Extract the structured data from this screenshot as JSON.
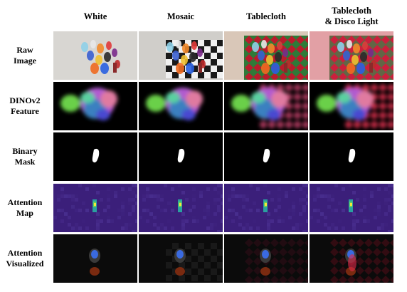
{
  "columns": [
    {
      "label": "White"
    },
    {
      "label": "Mosaic"
    },
    {
      "label": "Tablecloth"
    },
    {
      "label": "Tablecloth\n& Disco Light"
    }
  ],
  "rows": [
    {
      "label": "Raw\nImage",
      "kind": "raw"
    },
    {
      "label": "DINOv2\nFeature",
      "kind": "feature"
    },
    {
      "label": "Binary\nMask",
      "kind": "mask"
    },
    {
      "label": "Attention\nMap",
      "kind": "attention"
    },
    {
      "label": "Attention\nVisualized",
      "kind": "visualized"
    }
  ],
  "colors": {
    "white_bg": "#d8d6d2",
    "checker_dark": "#1a1a1a",
    "checker_light": "#f0f0f0",
    "tablecloth_red": "#b81c2c",
    "tablecloth_green": "#2e7a38",
    "attention_bg": "#3b1f7a",
    "attention_hot": "#f5e83a"
  }
}
